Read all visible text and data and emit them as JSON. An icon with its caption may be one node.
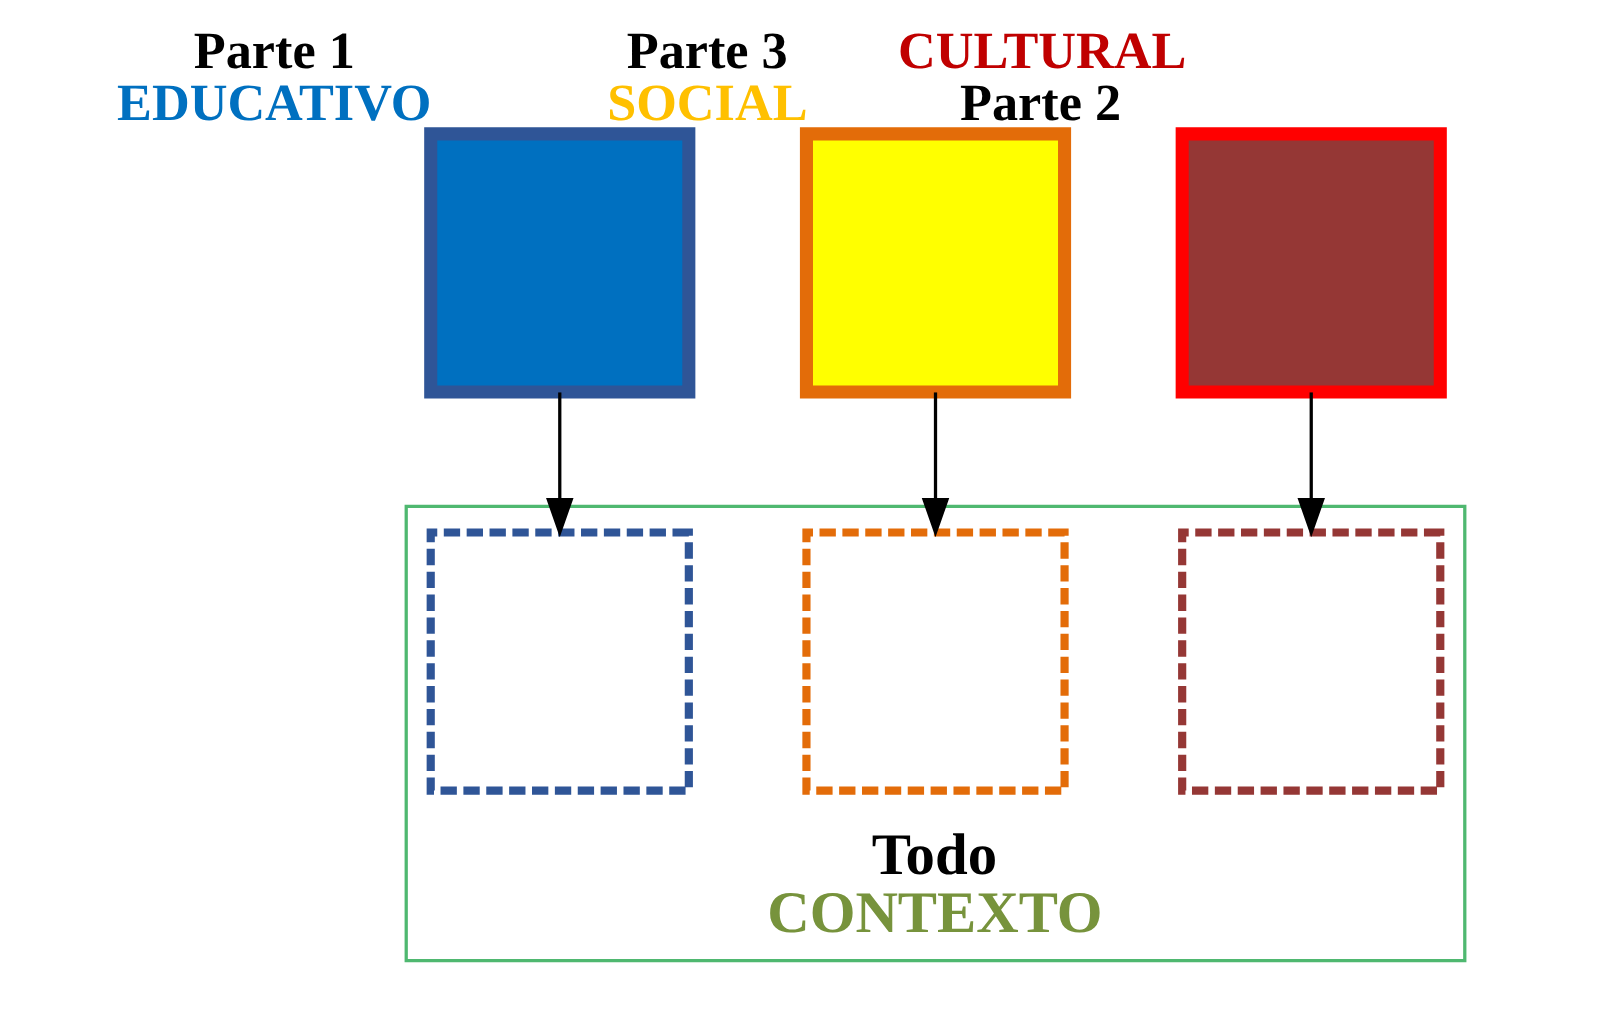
{
  "diagram": {
    "nodes": [
      {
        "text": [],
        "shape": "box",
        "beside": [
          "Parte 3",
          "SOCIAL"
        ]
      },
      {
        "text": [],
        "shape": "box",
        "beside": [
          "Parte 1",
          "EDUCATIVO"
        ]
      },
      {
        "text": [
          "Todo",
          "CONTEXTO"
        ]
      },
      {
        "text": [],
        "shape": "box",
        "in": 2
      },
      {
        "text": [],
        "shape": "box",
        "in": 2
      },
      {
        "text": [],
        "shape": "box",
        "in": 2
      },
      {
        "text": [],
        "shape": "box",
        "beside": [
          "CULTURAL",
          "Parte 2"
        ]
      }
    ],
    "edges": [
      {
        "from": 1,
        "to": 3,
        "arrow": "to"
      },
      {
        "from": 0,
        "to": 4,
        "arrow": "to"
      },
      {
        "from": 6,
        "to": 5,
        "arrow": "to"
      }
    ]
  }
}
